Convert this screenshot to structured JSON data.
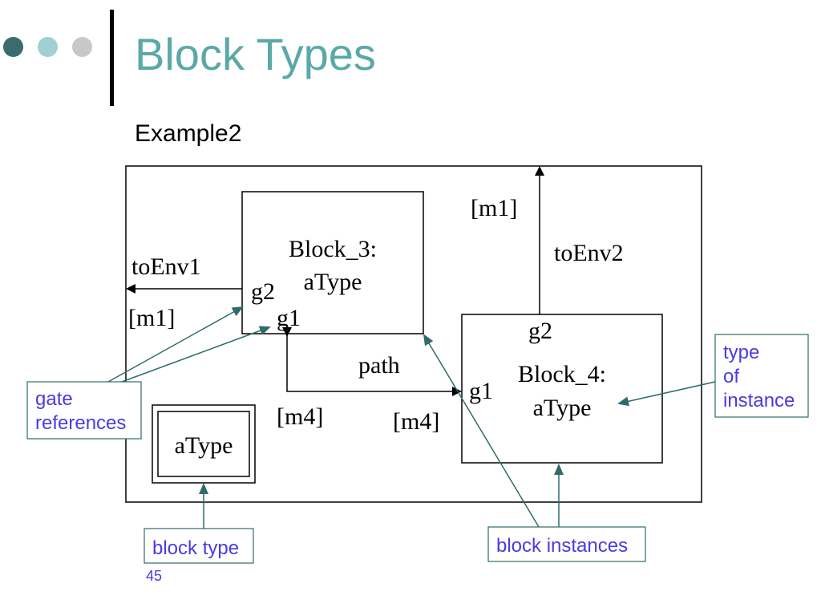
{
  "slide": {
    "title": "Block Types",
    "subtitle": "Example2",
    "page_number": "45"
  },
  "diagram": {
    "blocks": {
      "block3_line1": "Block_3:",
      "block3_line2": "aType",
      "block4_line1": "Block_4:",
      "block4_line2": "aType",
      "type_box": "aType"
    },
    "labels": {
      "to_env1": "toEnv1",
      "to_env2": "toEnv2",
      "m1_left": "[m1]",
      "m1_top": "[m1]",
      "g2_block3": "g2",
      "g1_block3": "g1",
      "g2_block4": "g2",
      "g1_block4": "g1",
      "path": "path",
      "m4_left": "[m4]",
      "m4_right": "[m4]"
    },
    "callouts": {
      "gate_refs_line1": "gate",
      "gate_refs_line2": "references",
      "type_of_instance_line1": "type",
      "type_of_instance_line2": "of",
      "type_of_instance_line3": "instance",
      "block_type": "block type",
      "block_instances": "block instances"
    },
    "colors": {
      "callout_text": "#4b3be0",
      "callout_line": "#2f6b6b",
      "title": "#5aa9a8"
    }
  }
}
